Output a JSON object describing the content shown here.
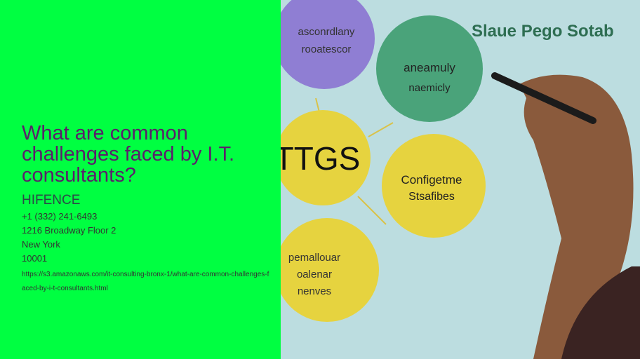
{
  "title": "What are common challenges faced by I.T. consultants?",
  "company": "HIFENCE",
  "phone": "+1 (332) 241-6493",
  "address": "1216 Broadway Floor 2",
  "city": "New York",
  "zip": "10001",
  "url": "https://s3.amazonaws.com/it-consulting-bronx-1/what-are-common-challenges-faced-by-i-t-consultants.html",
  "image": {
    "heading": "Slaue Pego Sotab",
    "bubbles": [
      {
        "line1": "asconrdlany",
        "line2": "rooatescor"
      },
      {
        "line1": "aneamuly",
        "line2": "naemicly"
      },
      {
        "line1": "TTGS",
        "line2": ""
      },
      {
        "line1": "Configetme",
        "line2": "Stsafibes"
      },
      {
        "line1": "pemallouar",
        "line2": "oalenar",
        "line3": "nenves"
      }
    ]
  },
  "colors": {
    "background": "#00ff41",
    "title": "#5b1f6b"
  }
}
